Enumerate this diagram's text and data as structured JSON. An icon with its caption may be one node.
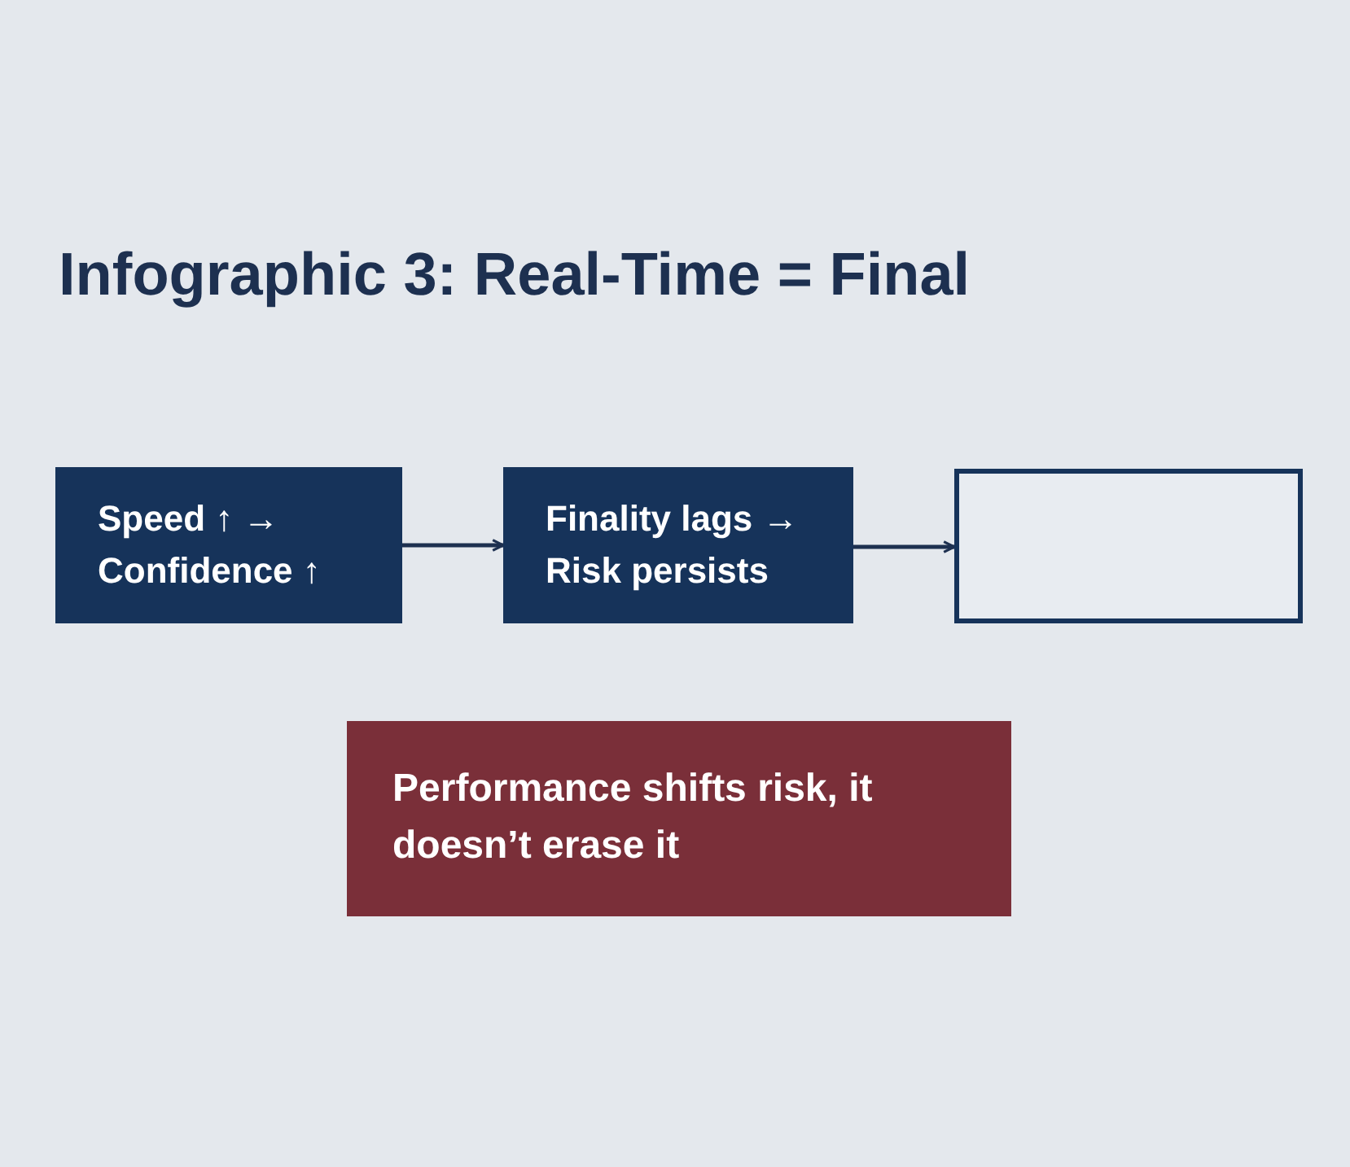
{
  "diagram": {
    "title": "Infographic 3: Real-Time = Final",
    "nodes": [
      {
        "text": [
          "Speed ↑ → Confidence ↑"
        ]
      },
      {
        "text": [
          "Finality lags → Risk persists"
        ]
      },
      {
        "text": [],
        "shape": "box"
      },
      {
        "text": [
          "Performance shifts risk, it doesn’t erase it"
        ]
      }
    ],
    "edges": [
      {
        "from": 0,
        "to": 1,
        "arrow": "to"
      },
      {
        "from": 1,
        "to": 2,
        "arrow": "to"
      }
    ]
  }
}
